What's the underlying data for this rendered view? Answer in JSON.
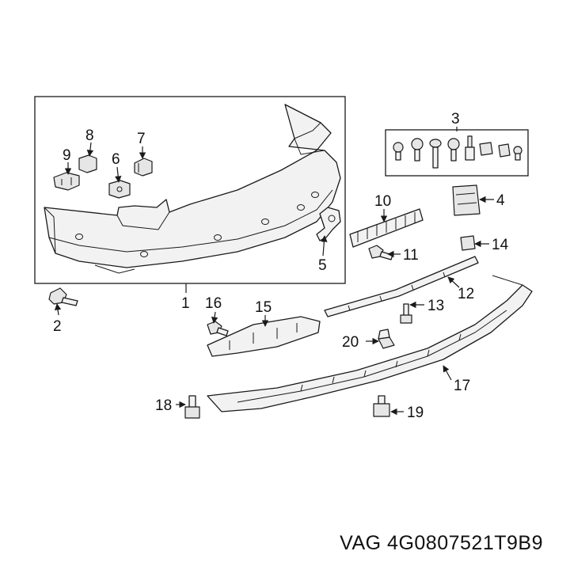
{
  "callouts": {
    "c1": "1",
    "c2": "2",
    "c3": "3",
    "c4": "4",
    "c5": "5",
    "c6": "6",
    "c7": "7",
    "c8": "8",
    "c9": "9",
    "c10": "10",
    "c11": "11",
    "c12": "12",
    "c13": "13",
    "c14": "14",
    "c15": "15",
    "c16": "16",
    "c17": "17",
    "c18": "18",
    "c19": "19",
    "c20": "20"
  },
  "caption": "VAG 4G0807521T9B9"
}
